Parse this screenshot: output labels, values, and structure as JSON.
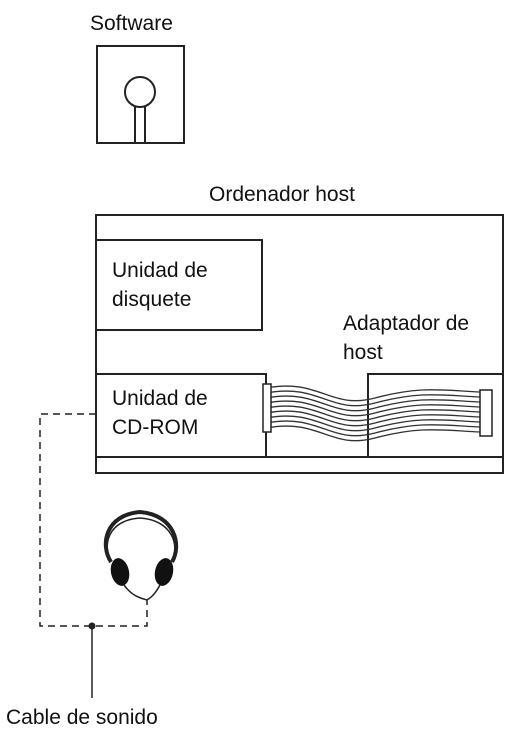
{
  "labels": {
    "software": "Software",
    "host_computer": "Ordenador host",
    "floppy_line1": "Unidad de",
    "floppy_line2": "disquete",
    "adapter_line1": "Adaptador de",
    "adapter_line2": "host",
    "cdrom_line1": "Unidad de",
    "cdrom_line2": "CD-ROM",
    "audio_cable": "Cable de sonido"
  }
}
